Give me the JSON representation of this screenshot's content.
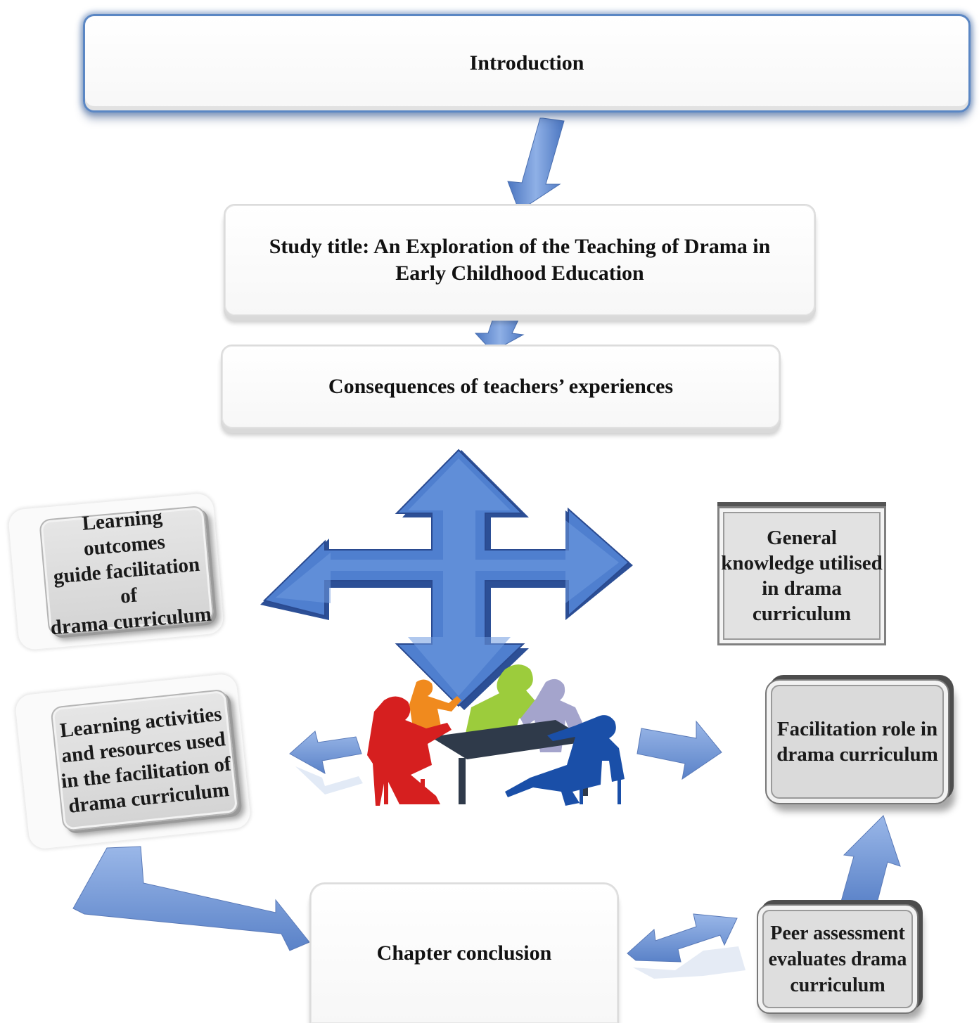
{
  "boxes": {
    "introduction": "Introduction",
    "study_title_line1": "Study title: An Exploration of the Teaching of Drama in",
    "study_title_line2": "Early Childhood Education",
    "consequences": "Consequences of teachers’ experiences",
    "learning_outcomes": [
      "Learning outcomes",
      "guide facilitation of",
      "drama curriculum"
    ],
    "learning_activities": [
      "Learning activities",
      "and resources used",
      "in the facilitation of",
      "drama curriculum"
    ],
    "general_knowledge": [
      "General",
      "knowledge utilised",
      "in drama",
      "curriculum"
    ],
    "facilitation_role": [
      "Facilitation role in",
      "drama curriculum"
    ],
    "peer_assessment": [
      "Peer assessment",
      "evaluates drama",
      "curriculum"
    ],
    "chapter_conclusion": "Chapter conclusion"
  },
  "colors": {
    "arrow_blue": "#5a86d0",
    "arrow_light": "#a9c2ea",
    "intro_border": "#5b87c4",
    "grey_box": "#d9d9d9"
  },
  "illustration": {
    "type": "meeting-silhouettes",
    "figure_colors": [
      "#d61f1f",
      "#f08a1e",
      "#9ccc3c",
      "#a4a4cc",
      "#1a4fa8"
    ],
    "table_color": "#2f3a4a"
  }
}
